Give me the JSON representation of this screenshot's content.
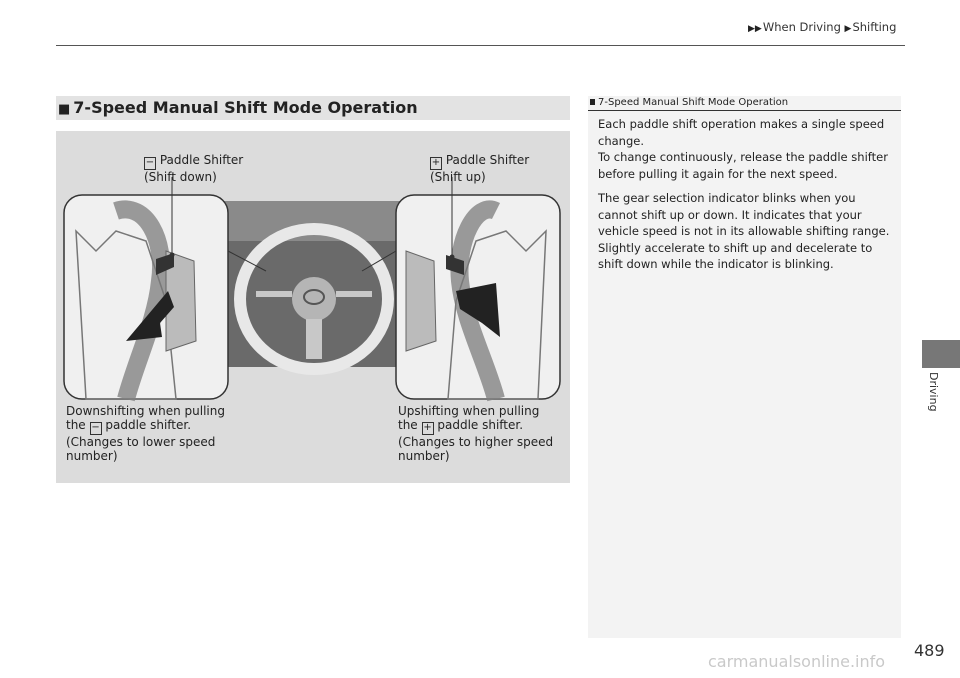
{
  "header": {
    "crumb_1": "When Driving",
    "crumb_2": "Shifting"
  },
  "side_tab_label": "Driving",
  "page_number": "489",
  "watermark": "carmanualsonline.info",
  "section": {
    "title": "7-Speed Manual Shift Mode Operation"
  },
  "figure": {
    "minus_symbol": "−",
    "plus_symbol": "+",
    "left_label_1": "Paddle Shifter",
    "left_label_2": "(Shift down)",
    "right_label_1": "Paddle Shifter",
    "right_label_2": "(Shift up)",
    "down_caption_1": "Downshifting when pulling",
    "down_caption_2a": "the",
    "down_caption_2b": "paddle shifter.",
    "down_caption_3": "(Changes to lower speed",
    "down_caption_4": "number)",
    "up_caption_1": "Upshifting when pulling",
    "up_caption_2a": "the",
    "up_caption_2b": "paddle shifter.",
    "up_caption_3": "(Changes to higher speed",
    "up_caption_4": "number)"
  },
  "note": {
    "title": "7-Speed Manual Shift Mode Operation",
    "para_1": "Each paddle shift operation makes a single speed change.",
    "para_2": "To change continuously, release the paddle shifter before pulling it again for the next speed.",
    "para_3": "The gear selection indicator blinks when you cannot shift up or down. It indicates that your vehicle speed is not in its allowable shifting range.",
    "para_4": "Slightly accelerate to shift up and decelerate to shift down while the indicator is blinking."
  }
}
